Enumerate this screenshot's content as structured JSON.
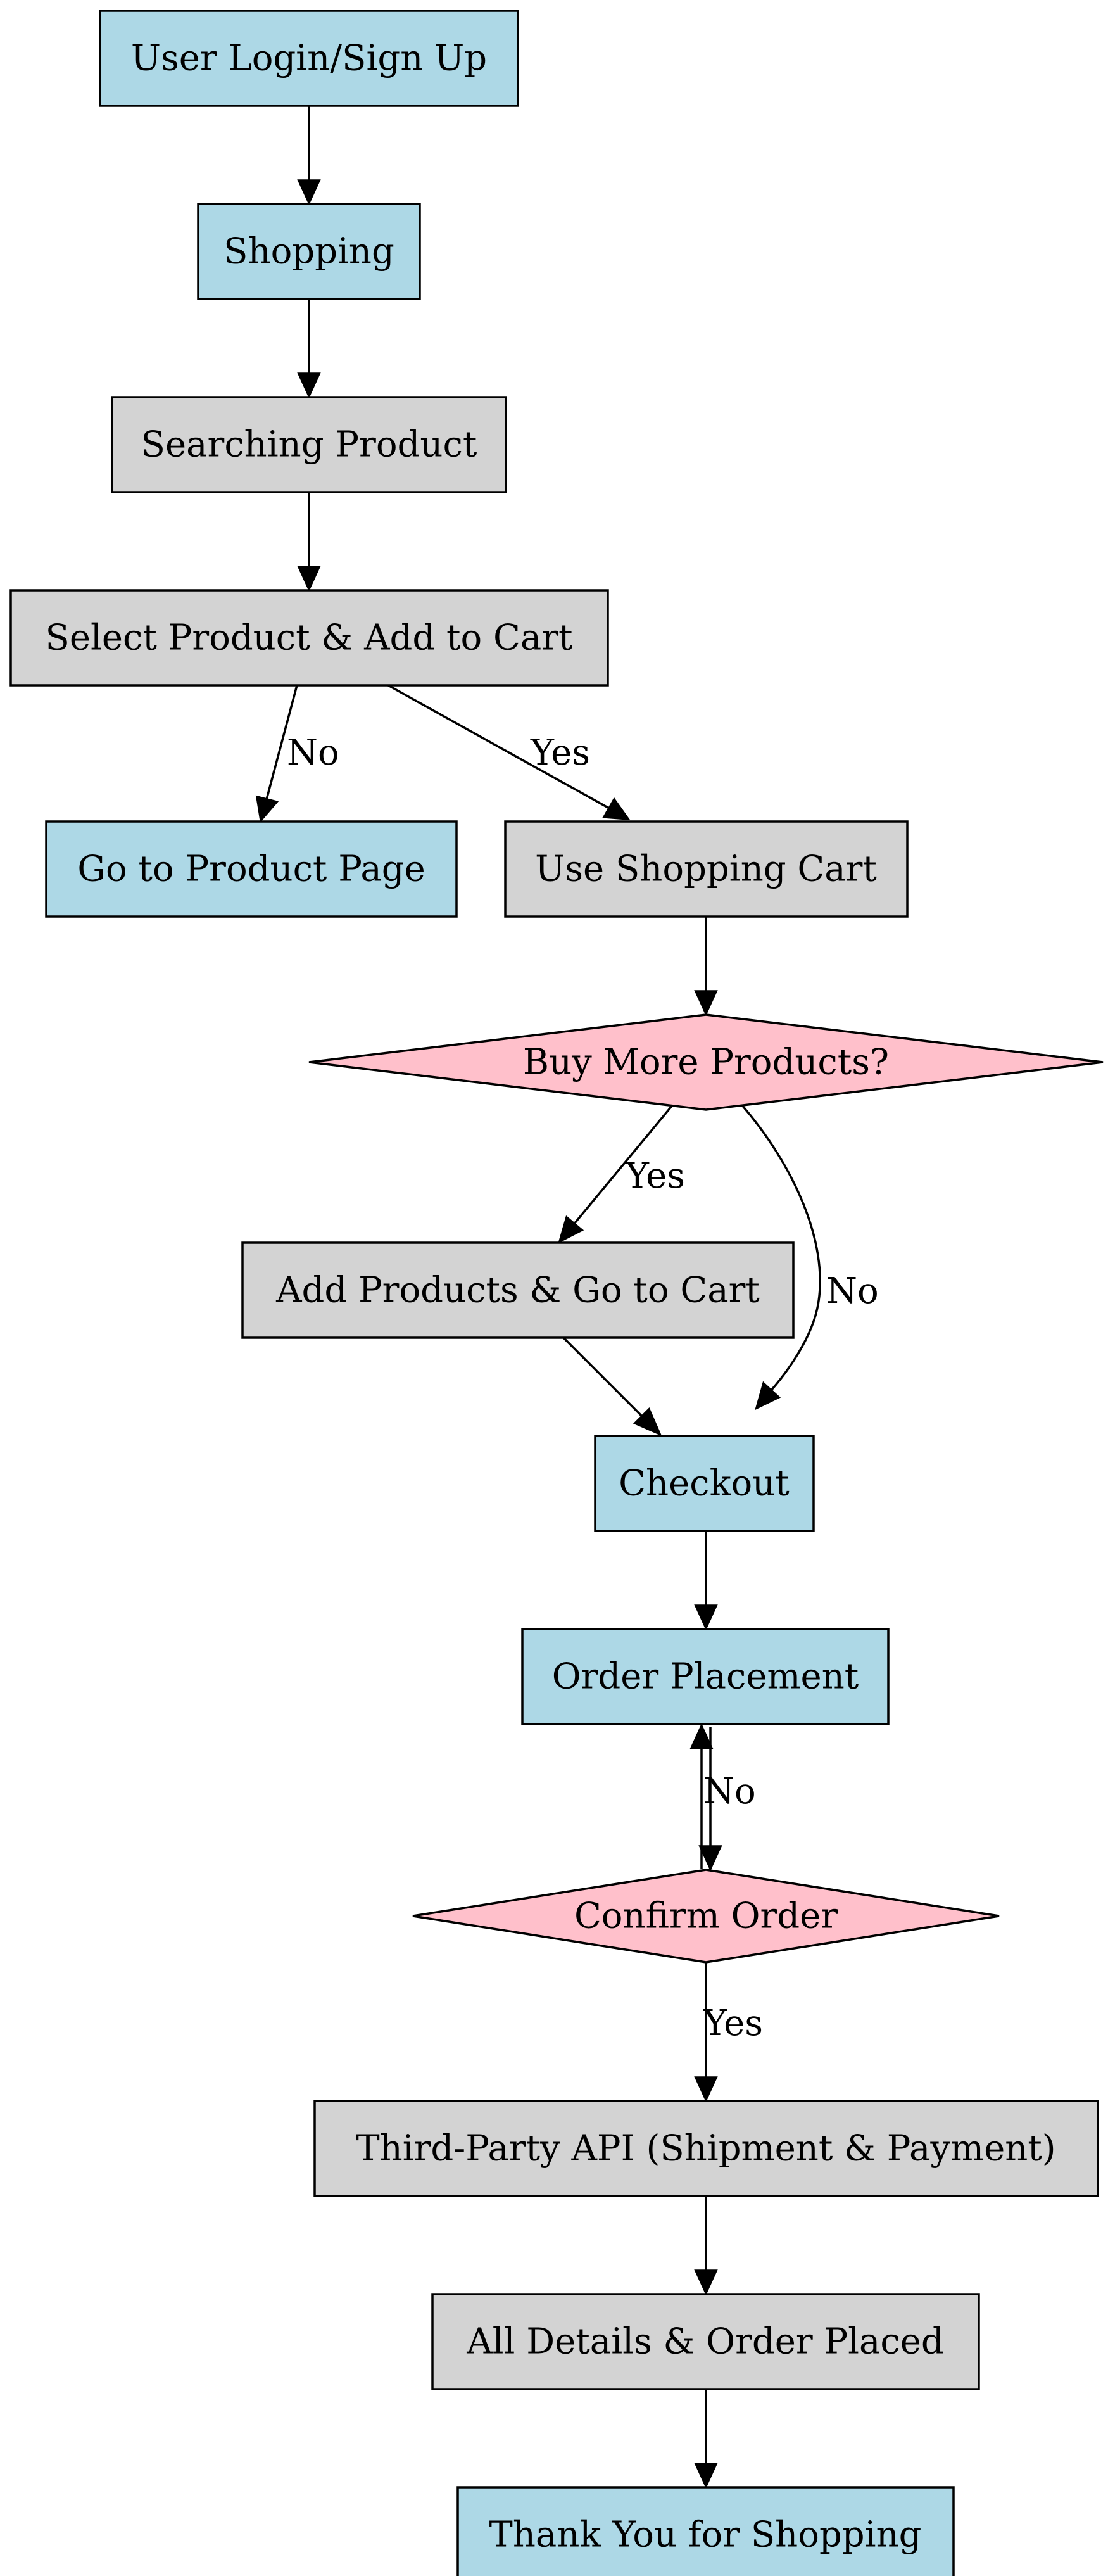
{
  "colors": {
    "process": "#add8e6",
    "step": "#d3d3d3",
    "decision": "#ffc0cb",
    "line": "#000000"
  },
  "nodes": {
    "login": "User Login/Sign Up",
    "shopping": "Shopping",
    "searching": "Searching Product",
    "select_add": "Select Product & Add to Cart",
    "product_page": "Go to Product Page",
    "use_cart": "Use Shopping Cart",
    "buy_more": "Buy More Products?",
    "add_go_cart": "Add Products & Go to Cart",
    "checkout": "Checkout",
    "order_placement": "Order Placement",
    "confirm_order": "Confirm Order",
    "third_party": "Third-Party API (Shipment & Payment)",
    "all_details": "All Details & Order Placed",
    "thank_you": "Thank You for Shopping"
  },
  "edge_labels": {
    "select_no": "No",
    "select_yes": "Yes",
    "buymore_yes": "Yes",
    "buymore_no": "No",
    "confirm_no": "No",
    "confirm_yes": "Yes"
  }
}
